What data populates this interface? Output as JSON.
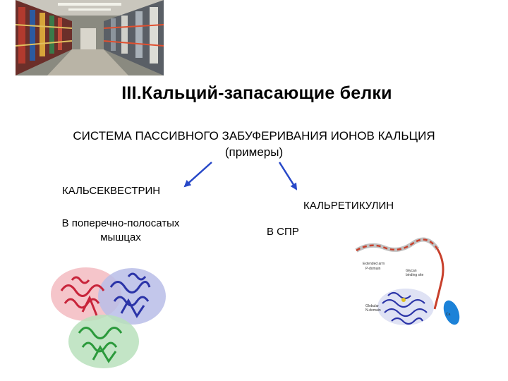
{
  "slide": {
    "title": "III.Кальций-запасающие белки",
    "subtitle_line1": "СИСТЕМА ПАССИВНОГО ЗАБУФЕРИВАНИЯ ИОНОВ КАЛЬЦИЯ",
    "subtitle_line2": "(примеры)"
  },
  "left_branch": {
    "protein_name": "КАЛЬСЕКВЕСТРИН",
    "location": "В поперечно-полосатых мышцах"
  },
  "right_branch": {
    "protein_name": "КАЛЬРЕТИКУЛИН",
    "location": "В СПР"
  },
  "images": {
    "warehouse_photo": "warehouse-shelves-photo",
    "left_structure": "calsequestrin-ribbon-structure",
    "right_structure": "calreticulin-ribbon-structure"
  },
  "colors": {
    "arrow": "#2748c8",
    "ribbon_red": "#c8243a",
    "ribbon_blue": "#2b34a8",
    "ribbon_green": "#2c9a3c"
  }
}
